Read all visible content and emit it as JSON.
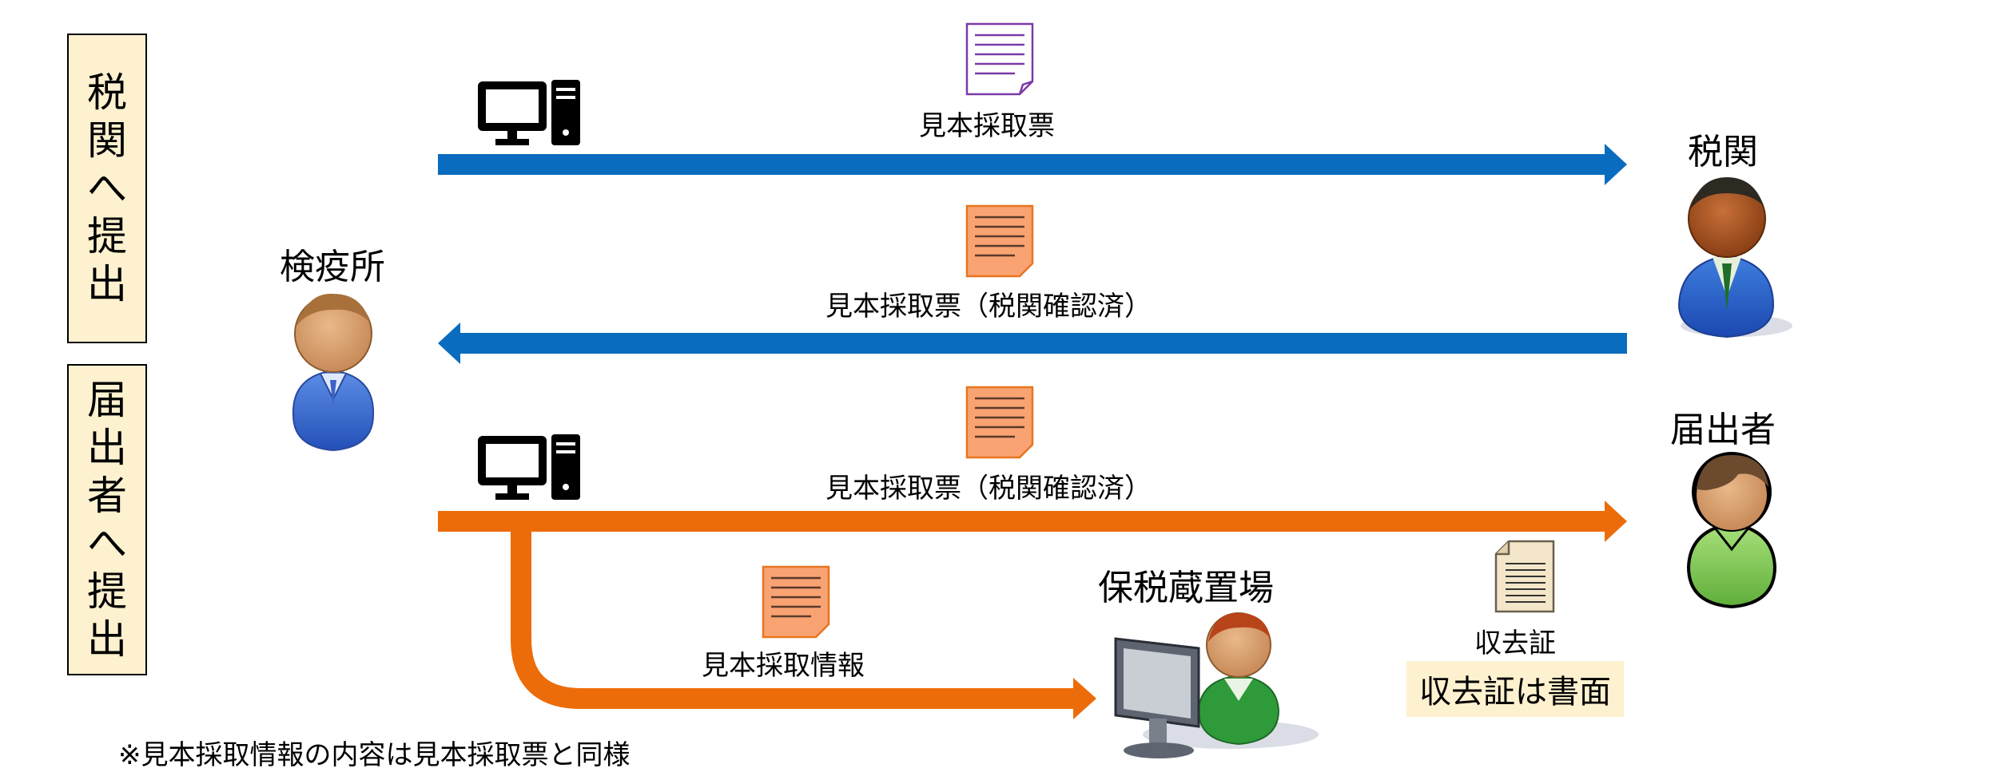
{
  "side_labels": {
    "customs_submission": [
      "税",
      "関",
      "へ",
      "提",
      "出"
    ],
    "declarant_submission": [
      "届",
      "出",
      "者",
      "へ",
      "提",
      "出"
    ]
  },
  "actors": {
    "quarantine": "検疫所",
    "customs": "税関",
    "declarant": "届出者",
    "bonded_area": "保税蔵置場"
  },
  "flows": {
    "to_customs": {
      "document": "見本採取票",
      "color": "#0a6cbf"
    },
    "from_customs": {
      "document": "見本採取票（税関確認済）",
      "color": "#0a6cbf"
    },
    "to_declarant": {
      "document": "見本採取票（税関確認済）",
      "color": "#ec6c0a"
    },
    "to_bonded_area": {
      "document": "見本採取情報",
      "color": "#ec6c0a"
    }
  },
  "receipt": {
    "label": "収去証",
    "note": "収去証は書面"
  },
  "footnote": "※見本採取情報の内容は見本採取票と同様",
  "icons": [
    "computer-icon",
    "document-icon",
    "person-icon"
  ]
}
